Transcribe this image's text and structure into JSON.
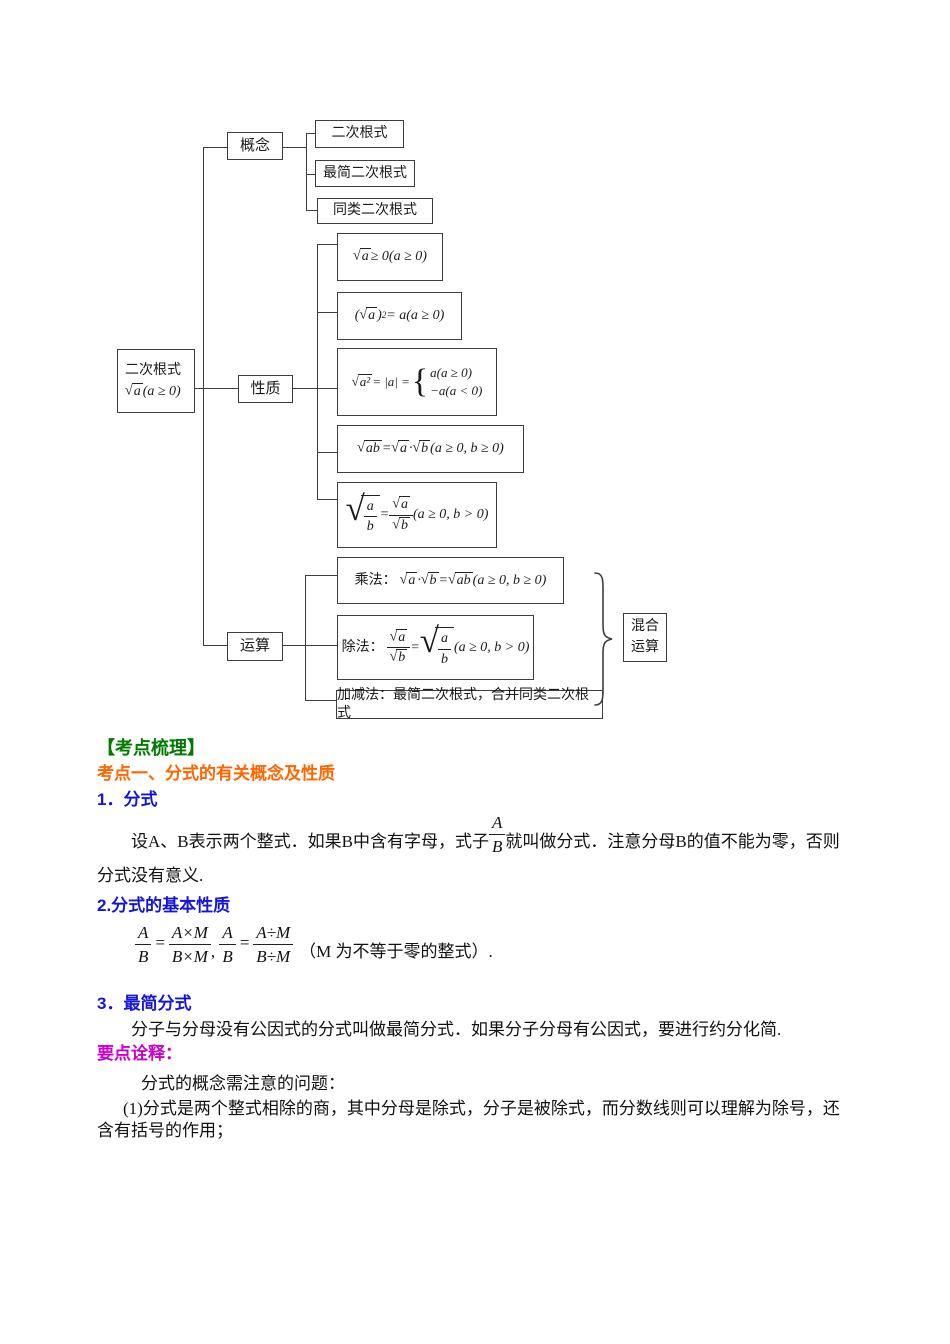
{
  "symbols": {
    "sqrt": "√",
    "cases_brace": "{"
  },
  "colors": {
    "green_header": "#007A00",
    "orange_topic": "#FF6600",
    "blue_item": "#1414DD",
    "magenta_note": "#CC00CC",
    "line": "#3d3d3d"
  },
  "diagram": {
    "root": {
      "title": "二次根式",
      "rad": "a",
      "cond": "(a ≥ 0)"
    },
    "concept": {
      "label": "概念",
      "items": [
        {
          "text": "二次根式"
        },
        {
          "text": "最简二次根式"
        },
        {
          "text": "同类二次根式"
        }
      ]
    },
    "properties": {
      "label": "性质",
      "f1": {
        "rad": "a",
        "tail": " ≥ 0(a ≥ 0)"
      },
      "f2": {
        "open": "(",
        "rad": "a",
        "close": ")",
        "sup": "2",
        "tail": " = a(a ≥ 0)"
      },
      "f3": {
        "rad": "a²",
        "mid": " = |a| = ",
        "case1": "a(a ≥ 0)",
        "case2": "−a(a < 0)"
      },
      "f4": {
        "rad1": "ab",
        "eq": " = ",
        "rad2": "a",
        "dot": " · ",
        "rad3": "b",
        "tail": "(a ≥ 0, b ≥ 0)"
      },
      "f5": {
        "num": "a",
        "den": "b",
        "eq": " = ",
        "rnum": "a",
        "rden": "b",
        "tail": "(a ≥ 0, b > 0)"
      }
    },
    "operations": {
      "label": "运算",
      "o1": {
        "label": "乘法：",
        "rad1": "a",
        "dot": " · ",
        "rad2": "b",
        "eq": " = ",
        "rad3": "ab",
        "tail": "(a ≥ 0, b ≥ 0)"
      },
      "o2": {
        "label": "除法：",
        "rnum": "a",
        "rden": "b",
        "eq": " = ",
        "num": "a",
        "den": "b",
        "tail": "(a ≥ 0, b > 0)"
      },
      "o3": {
        "text": "加减法：最简二次根式，合并同类二次根式"
      }
    },
    "mixed": {
      "line1": "混合",
      "line2": "运算"
    }
  },
  "content": {
    "section_header": "【考点梳理】",
    "topic1_title": "考点一、分式的有关概念及性质",
    "item1_title": "1．分式",
    "p1": {
      "before": "设A、B表示两个整式．如果B中含有字母，式子",
      "frac_num": "A",
      "frac_den": "B",
      "after": "就叫做分式．注意分母B的值不能为零，否则",
      "line2": "分式没有意义."
    },
    "item2_title": "2.分式的基本性质",
    "f_basic": {
      "f1_num": "A",
      "f1_den": "B",
      "eq1": "=",
      "f2_num": "A×M",
      "f2_den": "B×M",
      "comma": ",",
      "f3_num": "A",
      "f3_den": "B",
      "eq2": "=",
      "f4_num": "A÷M",
      "f4_den": "B÷M",
      "tail": "（M 为不等于零的整式）."
    },
    "item3_title": "3．最简分式",
    "p3": "分子与分母没有公因式的分式叫做最简分式．如果分子分母有公因式，要进行约分化简.",
    "note_title": "要点诠释：",
    "p4": "分式的概念需注意的问题：",
    "p5_line1": "(1)分式是两个整式相除的商，其中分母是除式，分子是被除式，而分数线则可以理解为除号，还",
    "p5_line2": "含有括号的作用；"
  }
}
